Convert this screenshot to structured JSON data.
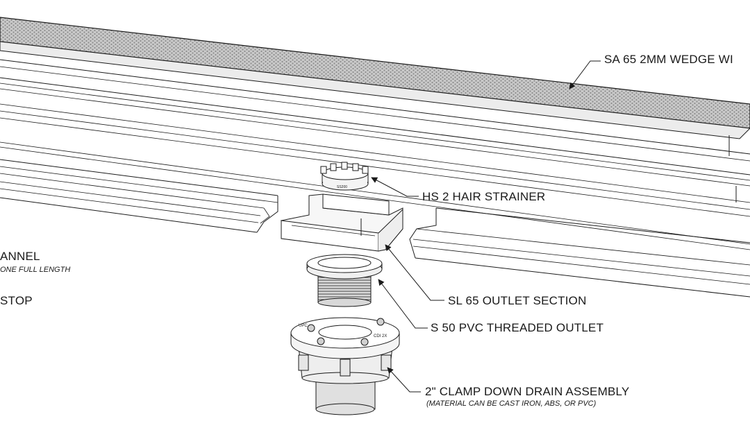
{
  "labels": {
    "grate": "SA 65   2MM WEDGE WI",
    "hair_strainer": "HS 2  HAIR STRAINER",
    "outlet_section": "SL 65  OUTLET SECTION",
    "pvc_outlet": "S 50  PVC THREADED OUTLET",
    "drain_assembly": "2\" CLAMP DOWN DRAIN ASSEMBLY",
    "drain_assembly_note": "(MATERIAL CAN BE CAST IRON, ABS, OR PVC)",
    "channel": "ANNEL",
    "channel_note": "ONE FULL LENGTH",
    "end_stop": "STOP"
  },
  "part_marks": {
    "strainer_text": "SS200",
    "drain_upc": "UPC",
    "drain_code": "CDI 2X"
  },
  "colors": {
    "line": "#1a1a1a",
    "grate_fill": "#bdbdbd",
    "part_fill": "#f4f4f4"
  }
}
